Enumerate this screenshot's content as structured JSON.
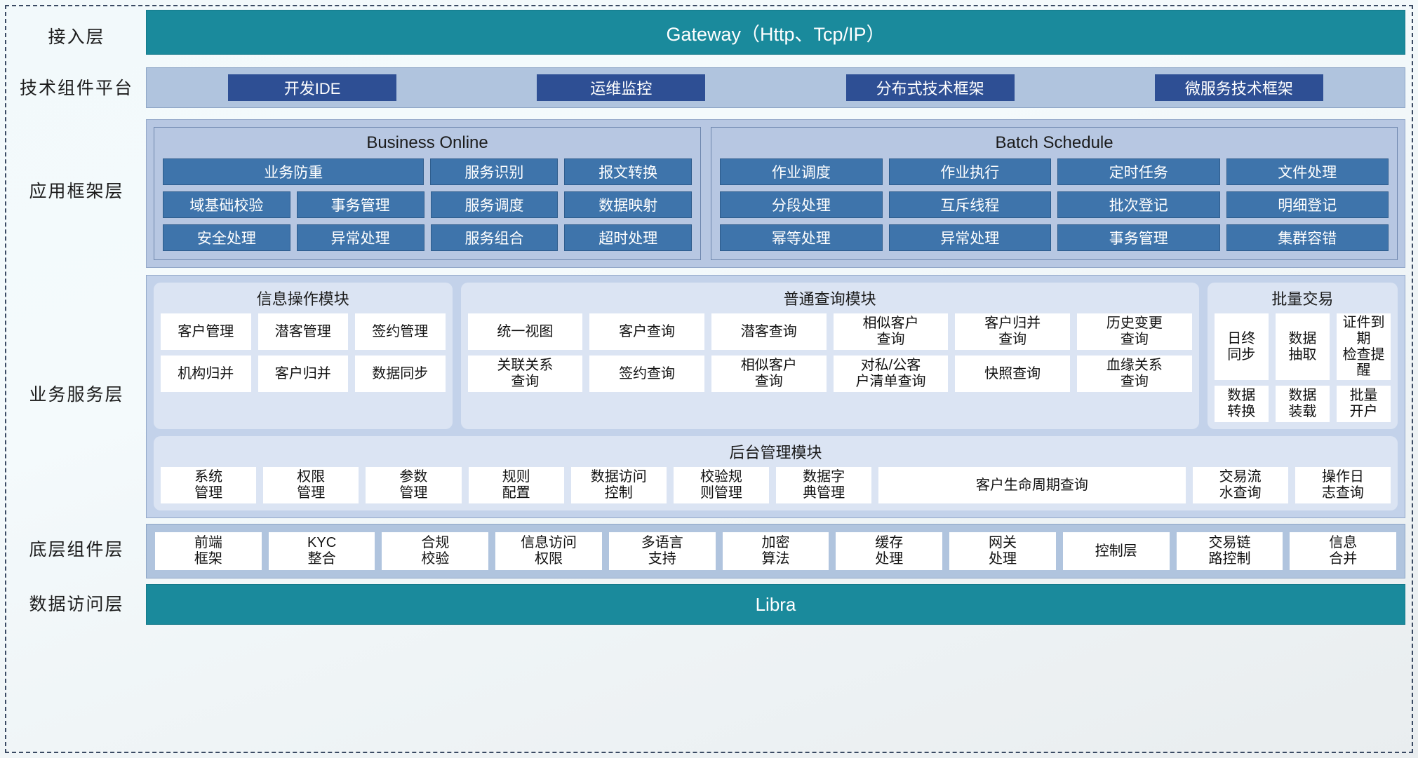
{
  "layers": [
    {
      "label": "接入层"
    },
    {
      "label": "技术组件平台"
    },
    {
      "label": "应用框架层"
    },
    {
      "label": "业务服务层"
    },
    {
      "label": "底层组件层"
    },
    {
      "label": "数据访问层"
    }
  ],
  "gateway": {
    "title": "Gateway（Http、Tcp/IP）"
  },
  "tech_platform": {
    "chips": [
      {
        "label": "开发IDE"
      },
      {
        "label": "运维监控"
      },
      {
        "label": "分布式技术框架"
      },
      {
        "label": "微服务技术框架"
      }
    ]
  },
  "app_framework": {
    "panels": [
      {
        "title": "Business Online",
        "rows": [
          [
            {
              "label": "业务防重",
              "span": 2
            },
            {
              "label": "服务识别"
            },
            {
              "label": "报文转换"
            }
          ],
          [
            {
              "label": "域基础校验"
            },
            {
              "label": "事务管理"
            },
            {
              "label": "服务调度"
            },
            {
              "label": "数据映射"
            }
          ],
          [
            {
              "label": "安全处理"
            },
            {
              "label": "异常处理"
            },
            {
              "label": "服务组合"
            },
            {
              "label": "超时处理"
            }
          ]
        ]
      },
      {
        "title": "Batch Schedule",
        "rows": [
          [
            {
              "label": "作业调度"
            },
            {
              "label": "作业执行"
            },
            {
              "label": "定时任务"
            },
            {
              "label": "文件处理"
            }
          ],
          [
            {
              "label": "分段处理"
            },
            {
              "label": "互斥线程"
            },
            {
              "label": "批次登记"
            },
            {
              "label": "明细登记"
            }
          ],
          [
            {
              "label": "幂等处理"
            },
            {
              "label": "异常处理"
            },
            {
              "label": "事务管理"
            },
            {
              "label": "集群容错"
            }
          ]
        ]
      }
    ]
  },
  "business_service": {
    "top_panels": [
      {
        "key": "info",
        "title": "信息操作模块",
        "rows": [
          [
            {
              "label": "客户管理"
            },
            {
              "label": "潜客管理"
            },
            {
              "label": "签约管理"
            }
          ],
          [
            {
              "label": "机构归并"
            },
            {
              "label": "客户归并"
            },
            {
              "label": "数据同步"
            }
          ]
        ]
      },
      {
        "key": "query",
        "title": "普通查询模块",
        "rows": [
          [
            {
              "label": "统一视图"
            },
            {
              "label": "客户查询"
            },
            {
              "label": "潜客查询"
            },
            {
              "label": "相似客户\n查询"
            },
            {
              "label": "客户归并\n查询"
            },
            {
              "label": "历史变更\n查询"
            }
          ],
          [
            {
              "label": "关联关系\n查询"
            },
            {
              "label": "签约查询"
            },
            {
              "label": "相似客户\n查询"
            },
            {
              "label": "对私/公客\n户清单查询"
            },
            {
              "label": "快照查询"
            },
            {
              "label": "血缘关系\n查询"
            }
          ]
        ]
      },
      {
        "key": "batchtx",
        "title": "批量交易",
        "rows": [
          [
            {
              "label": "日终\n同步"
            },
            {
              "label": "数据\n抽取"
            },
            {
              "label": "证件到期\n检查提醒"
            }
          ],
          [
            {
              "label": "数据\n转换"
            },
            {
              "label": "数据\n装载"
            },
            {
              "label": "批量\n开户"
            }
          ]
        ]
      }
    ],
    "backend_panel": {
      "key": "backend",
      "title": "后台管理模块",
      "rows": [
        [
          {
            "label": "系统\n管理"
          },
          {
            "label": "权限\n管理"
          },
          {
            "label": "参数\n管理"
          },
          {
            "label": "规则\n配置"
          },
          {
            "label": "数据访问\n控制"
          },
          {
            "label": "校验规\n则管理"
          },
          {
            "label": "数据字\n典管理"
          },
          {
            "label": "客户生命周期查询",
            "wide": true
          },
          {
            "label": "交易流\n水查询"
          },
          {
            "label": "操作日\n志查询"
          }
        ]
      ]
    }
  },
  "bottom_components": {
    "cells": [
      {
        "label": "前端\n框架"
      },
      {
        "label": "KYC\n整合"
      },
      {
        "label": "合规\n校验"
      },
      {
        "label": "信息访问\n权限"
      },
      {
        "label": "多语言\n支持"
      },
      {
        "label": "加密\n算法"
      },
      {
        "label": "缓存\n处理"
      },
      {
        "label": "网关\n处理"
      },
      {
        "label": "控制层"
      },
      {
        "label": "交易链\n路控制"
      },
      {
        "label": "信息\n合并"
      }
    ]
  },
  "data_access": {
    "title": "Libra"
  },
  "colors": {
    "teal_bar": "#1a8a9c",
    "tech_band": "#b0c4de",
    "tech_chip": "#2e4f94",
    "app_band": "#b7c7e2",
    "app_cell": "#3e74ab",
    "svc_band": "#c3d2ea",
    "svc_panel": "#dbe4f3",
    "svc_cell": "#ffffff",
    "frame_dash": "#3a4a63"
  }
}
